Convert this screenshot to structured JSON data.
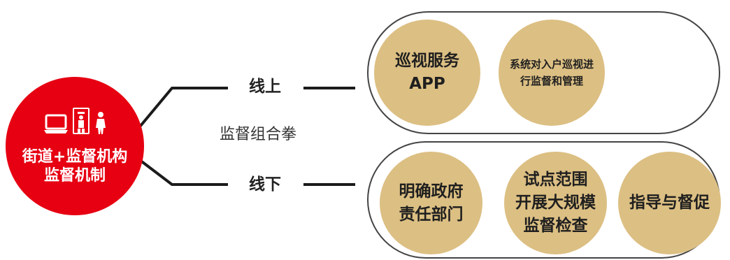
{
  "diagram": {
    "hub": {
      "title_line_1": "街道+监督机构",
      "title_line_2": "监督机制",
      "icons": [
        "laptop-icon",
        "security-gate-icon",
        "person-icon"
      ]
    },
    "branches": {
      "upper": "线上",
      "lower": "线下",
      "center_label": "监督组合拳"
    },
    "top_group": {
      "items": [
        {
          "label": "巡视服务APP"
        },
        {
          "label": "系统对入户巡视进\n行监督和管理"
        }
      ]
    },
    "bottom_group": {
      "items": [
        {
          "label": "明确政府\n责任部门"
        },
        {
          "label": "试点范围\n开展大规模\n监督检查"
        },
        {
          "label": "指导与督促"
        }
      ]
    }
  }
}
